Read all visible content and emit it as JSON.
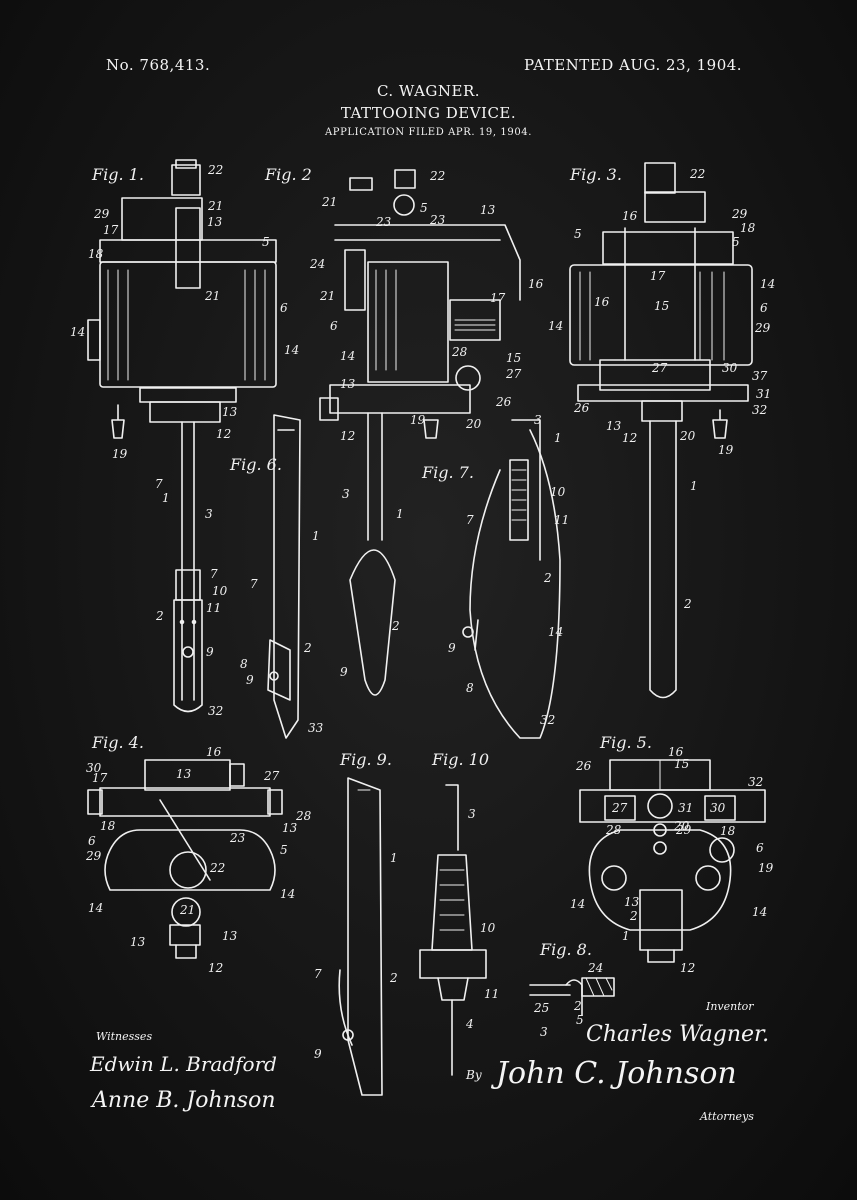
{
  "header": {
    "patent_number": "No. 768,413.",
    "patented_date": "PATENTED AUG. 23, 1904.",
    "inventor_name": "C. WAGNER.",
    "title": "TATTOOING DEVICE.",
    "application": "APPLICATION FILED APR. 19, 1904."
  },
  "figures": {
    "fig1": "Fig. 1.",
    "fig2": "Fig. 2",
    "fig3": "Fig. 3.",
    "fig4": "Fig. 4.",
    "fig5": "Fig. 5.",
    "fig6": "Fig. 6.",
    "fig7": "Fig. 7.",
    "fig8": "Fig. 8.",
    "fig9": "Fig. 9.",
    "fig10": "Fig. 10"
  },
  "signatures": {
    "witnesses_label": "Witnesses",
    "witness_1": "Edwin L. Bradford",
    "witness_2": "Anne B. Johnson",
    "inventor_label": "Inventor",
    "inventor_signature": "Charles Wagner.",
    "by_label": "By",
    "attorney_signature": "John C. Johnson",
    "attorneys_label": "Attorneys"
  },
  "colors": {
    "background": "#111111",
    "ink": "#f2f2f2"
  }
}
